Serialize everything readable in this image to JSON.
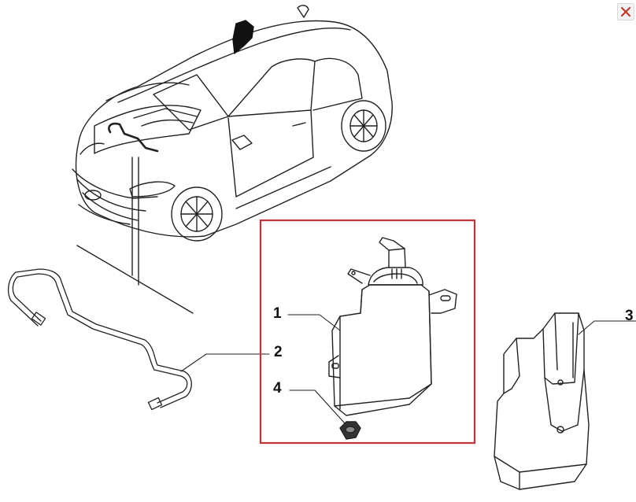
{
  "callouts": [
    {
      "label": "1"
    },
    {
      "label": "2"
    },
    {
      "label": "3"
    },
    {
      "label": "4"
    }
  ],
  "highlight_color": "#c0333b",
  "icons": {
    "close": "close-icon"
  }
}
